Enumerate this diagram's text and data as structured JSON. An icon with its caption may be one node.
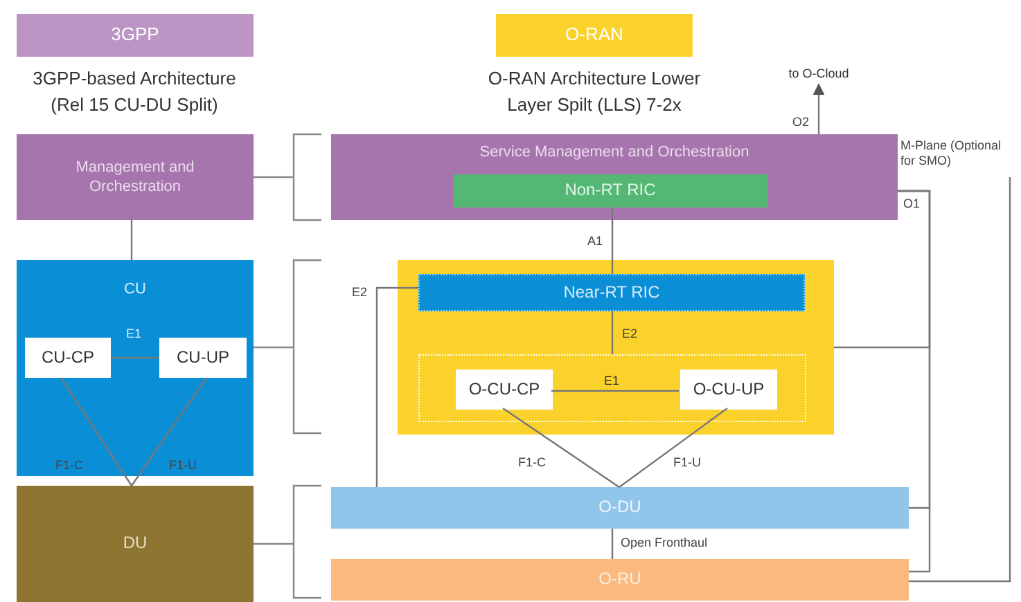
{
  "diagram": {
    "nodes": [
      {
        "text": [
          "3GPP"
        ],
        "beside": [
          "3GPP-based Architecture (Rel 15 CU-DU Split)"
        ]
      },
      {
        "text": [
          "O-RAN"
        ],
        "beside": [
          "O-RAN Architecture Lower Layer Spilt (LLS) 7-2x"
        ]
      },
      {
        "text": [
          "Management and Orchestration"
        ]
      },
      {
        "text": [
          "CU"
        ]
      },
      {
        "text": [
          "CU-CP"
        ],
        "in": 3
      },
      {
        "text": [
          "CU-UP"
        ],
        "in": 3
      },
      {
        "text": [
          "DU"
        ]
      },
      {
        "text": [
          "Service Management and Orchestration"
        ]
      },
      {
        "text": [
          "Non-RT RIC"
        ],
        "in": 7
      },
      {
        "text": [],
        "shape": "box"
      },
      {
        "text": [
          "Near-RT RIC"
        ],
        "in": 9
      },
      {
        "text": [],
        "shape": "box",
        "in": 9
      },
      {
        "text": [
          "O-CU-CP"
        ],
        "in": 11
      },
      {
        "text": [
          "O-CU-UP"
        ],
        "in": 11
      },
      {
        "text": [
          "O-DU"
        ]
      },
      {
        "text": [
          "O-RU"
        ]
      },
      {
        "text": [
          "to O-Cloud"
        ]
      }
    ],
    "edges": [
      {
        "from": 2,
        "to": 3,
        "arrow": "none"
      },
      {
        "from": 4,
        "to": 5,
        "arrow": "none",
        "label": "E1"
      },
      {
        "from": 4,
        "to": 6,
        "arrow": "none",
        "label": "F1-C"
      },
      {
        "from": 5,
        "to": 6,
        "arrow": "none",
        "label": "F1-U"
      },
      {
        "from": 7,
        "to": 16,
        "arrow": "to",
        "label": "O2"
      },
      {
        "from": 8,
        "to": 10,
        "arrow": "none",
        "label": "A1"
      },
      {
        "from": 10,
        "to": 11,
        "arrow": "none",
        "label": "E2"
      },
      {
        "from": 12,
        "to": 13,
        "arrow": "none",
        "label": "E1"
      },
      {
        "from": 12,
        "to": 14,
        "arrow": "none",
        "label": "F1-C"
      },
      {
        "from": 13,
        "to": 14,
        "arrow": "none",
        "label": "F1-U"
      },
      {
        "from": 14,
        "to": 10,
        "arrow": "none",
        "label": "E2"
      },
      {
        "from": 14,
        "to": 15,
        "arrow": "none",
        "label": "Open Fronthaul"
      },
      {
        "from": 7,
        "to": 9,
        "arrow": "none",
        "label": "O1"
      },
      {
        "from": 7,
        "to": 14,
        "arrow": "none"
      },
      {
        "from": 7,
        "to": 15,
        "arrow": "none"
      },
      {
        "from": 15,
        "to": null,
        "arrow": "none",
        "label": "M-Plane (Optional for SMO)"
      }
    ]
  }
}
